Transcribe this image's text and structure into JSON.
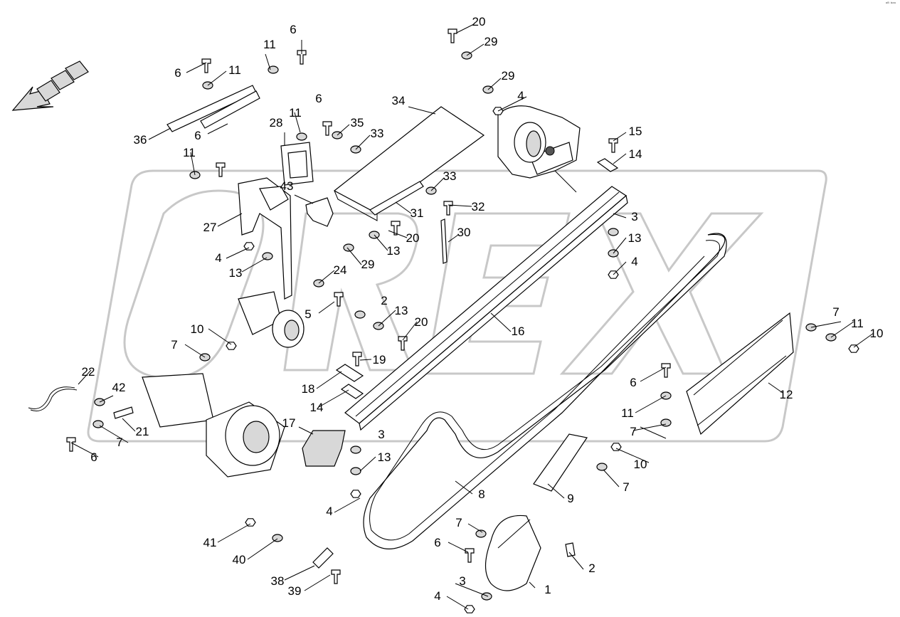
{
  "corner_mark": "ᵃᴮ ᵇᵃᵃ",
  "watermark": "OREX",
  "callouts": [
    {
      "id": "c1",
      "text": "1"
    },
    {
      "id": "c2a",
      "text": "2"
    },
    {
      "id": "c2b",
      "text": "2"
    },
    {
      "id": "c3a",
      "text": "3"
    },
    {
      "id": "c3b",
      "text": "3"
    },
    {
      "id": "c3c",
      "text": "3"
    },
    {
      "id": "c4a",
      "text": "4"
    },
    {
      "id": "c4b",
      "text": "4"
    },
    {
      "id": "c4c",
      "text": "4"
    },
    {
      "id": "c4d",
      "text": "4"
    },
    {
      "id": "c4e",
      "text": "4"
    },
    {
      "id": "c5",
      "text": "5"
    },
    {
      "id": "c6a",
      "text": "6"
    },
    {
      "id": "c6b",
      "text": "6"
    },
    {
      "id": "c6c",
      "text": "6"
    },
    {
      "id": "c6d",
      "text": "6"
    },
    {
      "id": "c6e",
      "text": "6"
    },
    {
      "id": "c6f",
      "text": "6"
    },
    {
      "id": "c6g",
      "text": "6"
    },
    {
      "id": "c7a",
      "text": "7"
    },
    {
      "id": "c7b",
      "text": "7"
    },
    {
      "id": "c7c",
      "text": "7"
    },
    {
      "id": "c7d",
      "text": "7"
    },
    {
      "id": "c7e",
      "text": "7"
    },
    {
      "id": "c7f",
      "text": "7"
    },
    {
      "id": "c8",
      "text": "8"
    },
    {
      "id": "c9",
      "text": "9"
    },
    {
      "id": "c10a",
      "text": "10"
    },
    {
      "id": "c10b",
      "text": "10"
    },
    {
      "id": "c10c",
      "text": "10"
    },
    {
      "id": "c11a",
      "text": "11"
    },
    {
      "id": "c11b",
      "text": "11"
    },
    {
      "id": "c11c",
      "text": "11"
    },
    {
      "id": "c11d",
      "text": "11"
    },
    {
      "id": "c11e",
      "text": "11"
    },
    {
      "id": "c11f",
      "text": "11"
    },
    {
      "id": "c12",
      "text": "12"
    },
    {
      "id": "c13a",
      "text": "13"
    },
    {
      "id": "c13b",
      "text": "13"
    },
    {
      "id": "c13c",
      "text": "13"
    },
    {
      "id": "c13d",
      "text": "13"
    },
    {
      "id": "c13e",
      "text": "13"
    },
    {
      "id": "c14a",
      "text": "14"
    },
    {
      "id": "c14b",
      "text": "14"
    },
    {
      "id": "c15",
      "text": "15"
    },
    {
      "id": "c16",
      "text": "16"
    },
    {
      "id": "c17",
      "text": "17"
    },
    {
      "id": "c18",
      "text": "18"
    },
    {
      "id": "c19",
      "text": "19"
    },
    {
      "id": "c20a",
      "text": "20"
    },
    {
      "id": "c20b",
      "text": "20"
    },
    {
      "id": "c20c",
      "text": "20"
    },
    {
      "id": "c21",
      "text": "21"
    },
    {
      "id": "c22",
      "text": "22"
    },
    {
      "id": "c24",
      "text": "24"
    },
    {
      "id": "c27",
      "text": "27"
    },
    {
      "id": "c28",
      "text": "28"
    },
    {
      "id": "c29a",
      "text": "29"
    },
    {
      "id": "c29b",
      "text": "29"
    },
    {
      "id": "c29c",
      "text": "29"
    },
    {
      "id": "c30",
      "text": "30"
    },
    {
      "id": "c31",
      "text": "31"
    },
    {
      "id": "c32",
      "text": "32"
    },
    {
      "id": "c33a",
      "text": "33"
    },
    {
      "id": "c33b",
      "text": "33"
    },
    {
      "id": "c34",
      "text": "34"
    },
    {
      "id": "c35",
      "text": "35"
    },
    {
      "id": "c36",
      "text": "36"
    },
    {
      "id": "c38",
      "text": "38"
    },
    {
      "id": "c39",
      "text": "39"
    },
    {
      "id": "c40",
      "text": "40"
    },
    {
      "id": "c41",
      "text": "41"
    },
    {
      "id": "c42",
      "text": "42"
    },
    {
      "id": "c43",
      "text": "43"
    }
  ]
}
